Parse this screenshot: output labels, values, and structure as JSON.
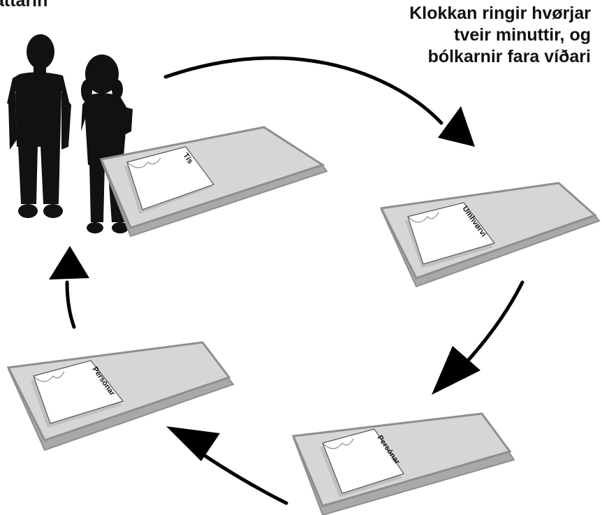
{
  "captions": {
    "top_left": "attarin",
    "top_right": [
      "Klokkan ringir hvørjar",
      "tveir minuttir, og",
      "bólkarnir fara víðari"
    ]
  },
  "tables": [
    {
      "label": "Tís"
    },
    {
      "label": "Umhvørvi"
    },
    {
      "label": "Persónar"
    },
    {
      "label": "Persónar"
    }
  ],
  "colors": {
    "table_top": "#d6d6d6",
    "table_edge": "#8e8e8e",
    "table_side": "#a9a9a9",
    "paper": "#ffffff",
    "silhouette": "#111111",
    "arrow": "#000000"
  }
}
